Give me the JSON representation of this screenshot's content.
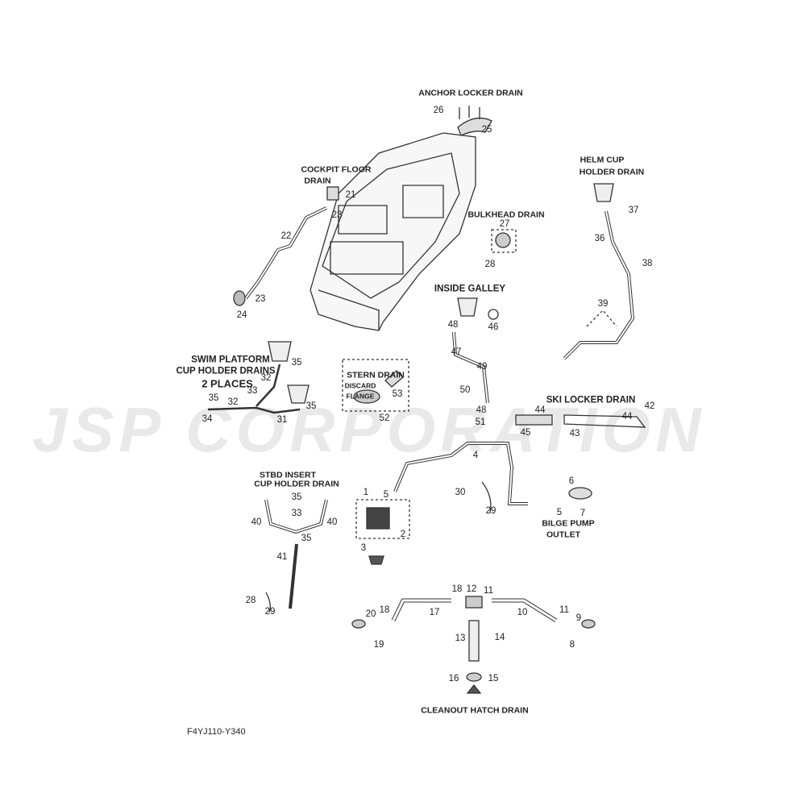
{
  "watermark": "JSP CORPORATION",
  "diagram_code": "F4YJ110-Y340",
  "titles": {
    "anchor_locker": "ANCHOR LOCKER DRAIN",
    "cockpit_floor_1": "COCKPIT FLOOR",
    "cockpit_floor_2": "DRAIN",
    "helm_cup_1": "HELM CUP",
    "helm_cup_2": "HOLDER DRAIN",
    "bulkhead": "BULKHEAD DRAIN",
    "inside_galley": "INSIDE GALLEY",
    "stern": "STERN DRAIN",
    "discard_1": "DISCARD",
    "discard_2": "FLANGE",
    "swim_1": "SWIM PLATFORM",
    "swim_2": "CUP HOLDER DRAINS",
    "swim_3": "2 PLACES",
    "ski_locker": "SKI LOCKER DRAIN",
    "stbd_1": "STBD INSERT",
    "stbd_2": "CUP HOLDER DRAIN",
    "bilge_1": "BILGE PUMP",
    "bilge_2": "OUTLET",
    "cleanout": "CLEANOUT HATCH DRAIN"
  },
  "callouts": [
    "26",
    "25",
    "21",
    "23",
    "22",
    "23",
    "24",
    "27",
    "28",
    "37",
    "36",
    "38",
    "39",
    "48",
    "46",
    "47",
    "49",
    "50",
    "35",
    "35",
    "32",
    "33",
    "32",
    "34",
    "31",
    "35",
    "53",
    "52",
    "48",
    "51",
    "44",
    "45",
    "43",
    "44",
    "42",
    "4",
    "1",
    "5",
    "30",
    "29",
    "6",
    "5",
    "7",
    "2",
    "3",
    "40",
    "35",
    "33",
    "35",
    "40",
    "41",
    "28",
    "29",
    "18",
    "12",
    "11",
    "20",
    "18",
    "17",
    "10",
    "11",
    "9",
    "8",
    "19",
    "13",
    "14",
    "16",
    "15"
  ]
}
